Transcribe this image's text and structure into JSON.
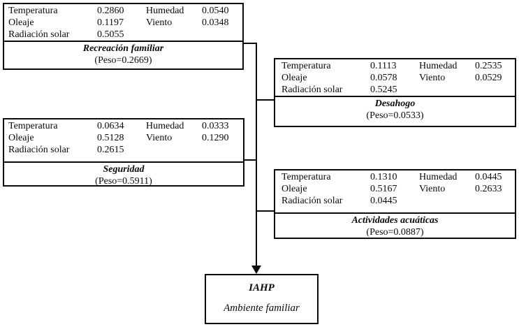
{
  "diagram": {
    "groups": [
      {
        "name": "Recreación familiar",
        "weight_label": "(Peso=0.2669)",
        "criteria": [
          {
            "label": "Temperatura",
            "value": "0.2860"
          },
          {
            "label": "Humedad",
            "value": "0.0540"
          },
          {
            "label": "Oleaje",
            "value": "0.1197"
          },
          {
            "label": "Viento",
            "value": "0.0348"
          },
          {
            "label": "Radiación solar",
            "value": "0.5055"
          }
        ]
      },
      {
        "name": "Desahogo",
        "weight_label": "(Peso=0.0533)",
        "criteria": [
          {
            "label": "Temperatura",
            "value": "0.1113"
          },
          {
            "label": "Humedad",
            "value": "0.2535"
          },
          {
            "label": "Oleaje",
            "value": "0.0578"
          },
          {
            "label": "Viento",
            "value": "0.0529"
          },
          {
            "label": "Radiación solar",
            "value": "0.5245"
          }
        ]
      },
      {
        "name": "Seguridad",
        "weight_label": "(Peso=0.5911)",
        "criteria": [
          {
            "label": "Temperatura",
            "value": "0.0634"
          },
          {
            "label": "Humedad",
            "value": "0.0333"
          },
          {
            "label": "Oleaje",
            "value": "0.5128"
          },
          {
            "label": "Viento",
            "value": "0.1290"
          },
          {
            "label": "Radiación solar",
            "value": "0.2615"
          }
        ]
      },
      {
        "name": "Actividades acuáticas",
        "weight_label": "(Peso=0.0887)",
        "criteria": [
          {
            "label": "Temperatura",
            "value": "0.1310"
          },
          {
            "label": "Humedad",
            "value": "0.0445"
          },
          {
            "label": "Oleaje",
            "value": "0.5167"
          },
          {
            "label": "Viento",
            "value": "0.2633"
          },
          {
            "label": "Radiación solar",
            "value": "0.0445"
          }
        ]
      }
    ],
    "root": {
      "title": "IAHP",
      "subtitle": "Ambiente familiar"
    },
    "colors": {
      "line": "#000000",
      "text": "#000000",
      "background": "#ffffff"
    }
  }
}
